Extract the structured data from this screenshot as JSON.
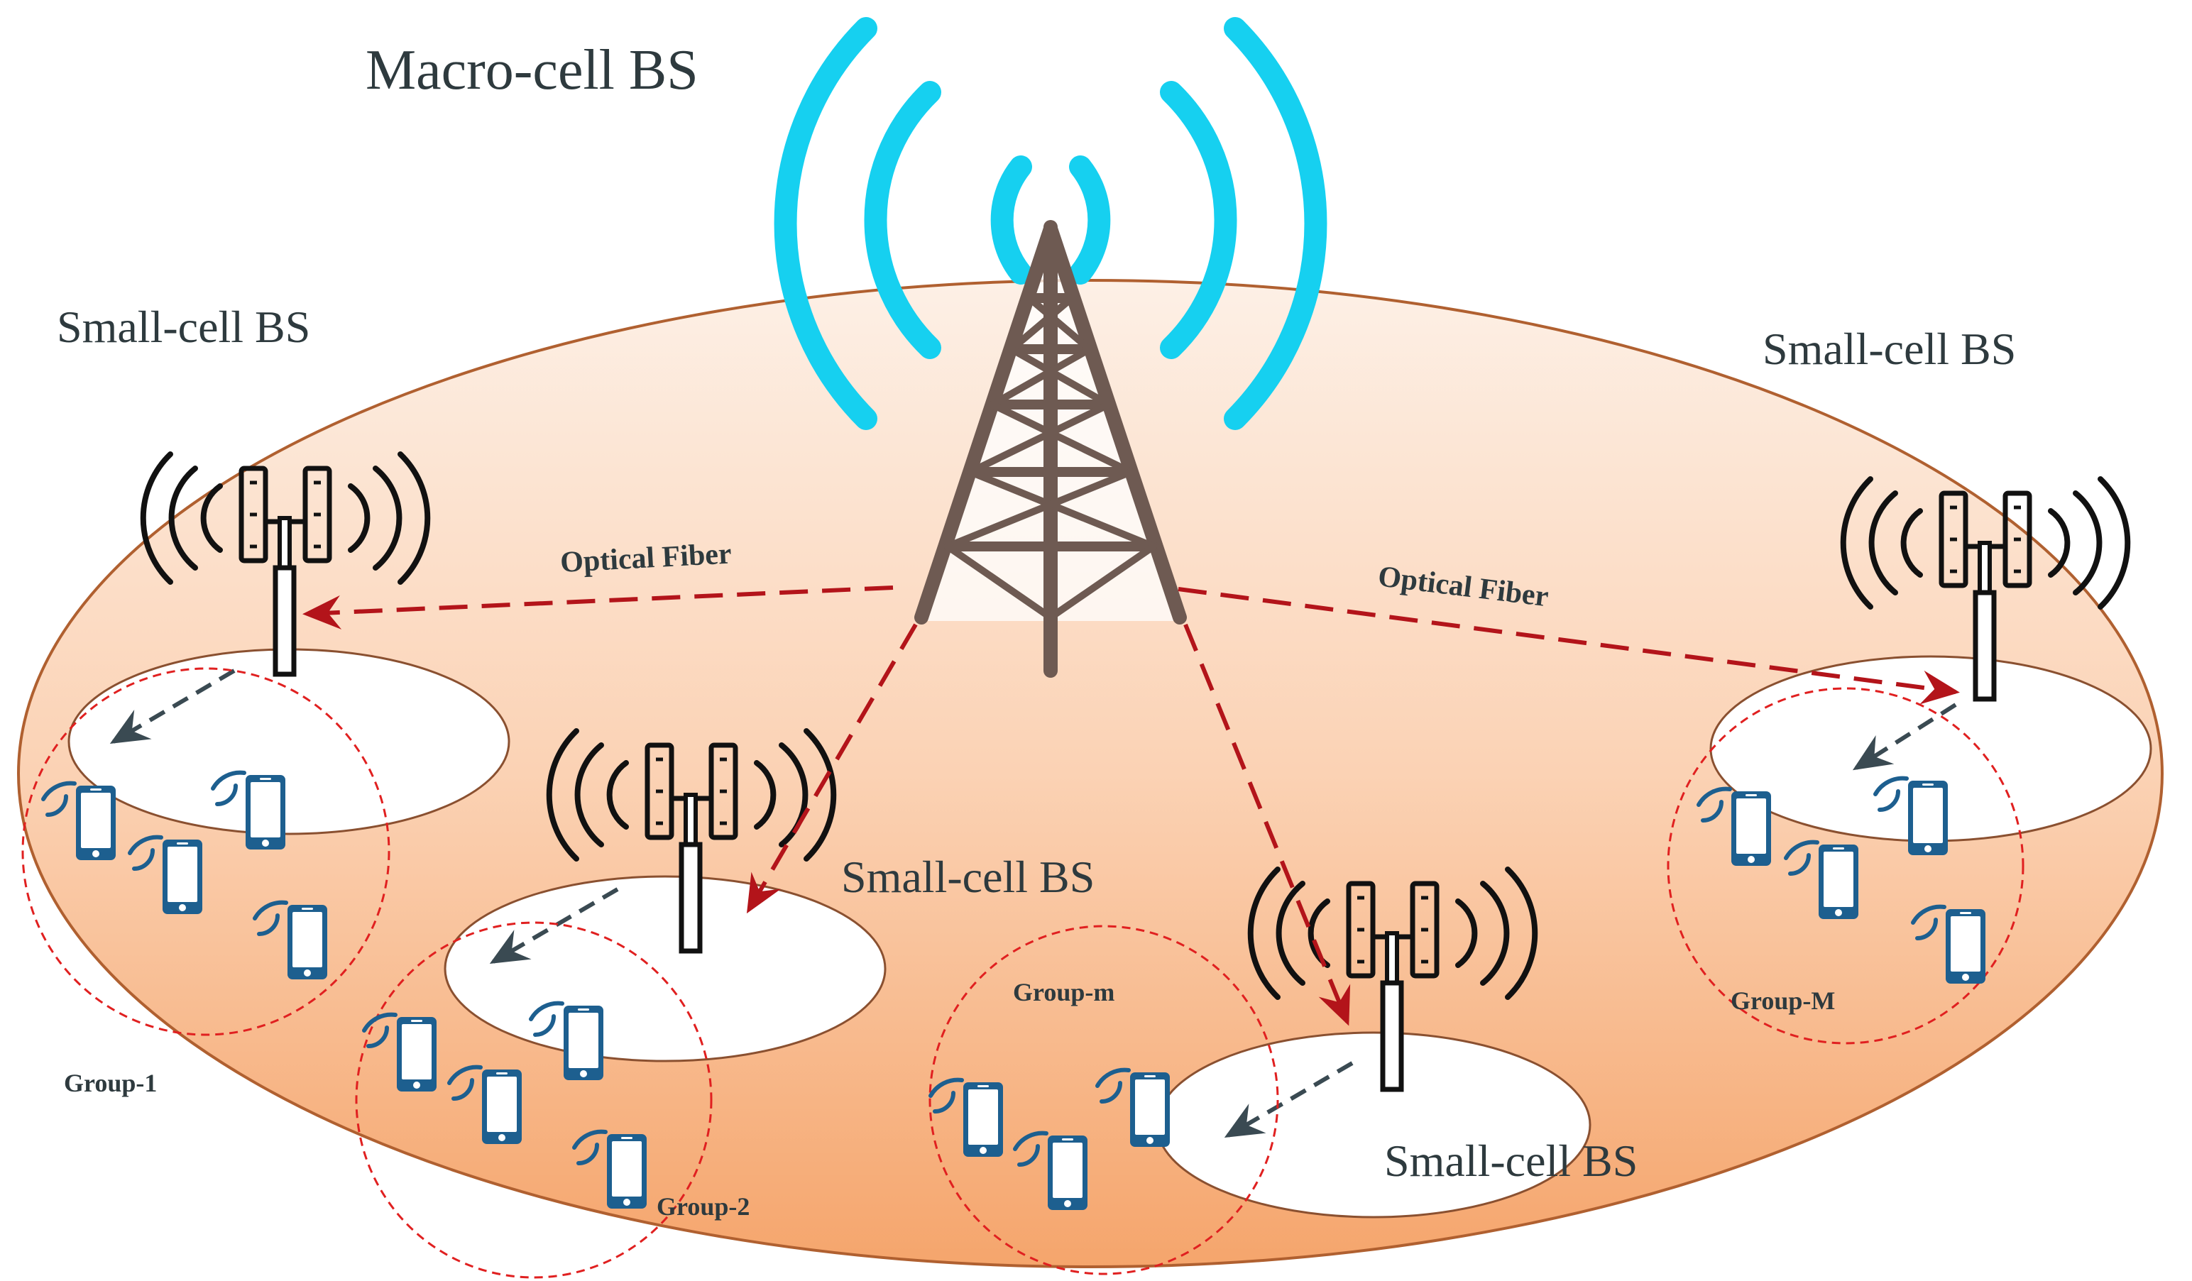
{
  "labels": {
    "macro_bs": "Macro-cell BS",
    "small_bs_top_left": "Small-cell BS",
    "small_bs_top_right": "Small-cell BS",
    "small_bs_middle": "Small-cell BS",
    "small_bs_bottom": "Small-cell BS",
    "fiber_left": "Optical Fiber",
    "fiber_right": "Optical Fiber",
    "group_1": "Group-1",
    "group_2": "Group-2",
    "group_m": "Group-m",
    "group_M": "Group-M"
  },
  "colors": {
    "macro_signal": "#16d0f0",
    "tower": "#6e5a52",
    "fiber_arrow": "#b3141a",
    "user_arrow": "#3a4a52",
    "phone": "#1d5f8f",
    "group_circle": "#e02020",
    "region_gradient_top": "#fbe7d8",
    "region_gradient_bottom": "#f6aa72",
    "region_border": "#b06030"
  },
  "icons": {
    "macro_tower": "cell-tower-icon",
    "small_bs": "antenna-icon",
    "user": "smartphone-icon",
    "signal": "wifi-signal-icon"
  }
}
